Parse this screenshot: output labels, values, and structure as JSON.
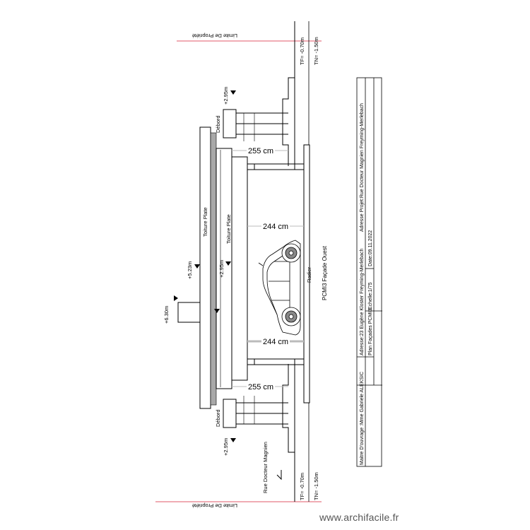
{
  "title_block": {
    "owner": "Maitre D'ouvrage :Mme Gabriele ALEKSIC",
    "address": "Adresse:23 Eugène Kloster Freyming-Merlebach",
    "project_address": "Adresse Projet:Rue Docteur Magnien Freyming-Merlebach",
    "plan": "Plan Façades PCMI3",
    "scale": "Echelle:1/75",
    "date": "Date:09.11.2022"
  },
  "view_title": "PCMI3 Façade Ouest",
  "labels": {
    "property_limit_top": "Limite De Propriété",
    "property_limit_bottom": "Limite De Propriété",
    "tf_top": "TF= -0.70m",
    "tn_top": "TN= -1.50m",
    "tf_bottom": "TF= -0.70m",
    "tn_bottom": "TN= -1.50m",
    "elev_295_top": "+2.95m",
    "elev_295_bottom": "+2.95m",
    "elev_295_mid": "+2.95m",
    "elev_523": "+5.23m",
    "elev_630": "+6.30m",
    "debord_top": "Débord",
    "debord_bottom": "Débord",
    "roof_1": "Toiture Plate",
    "roof_2": "Toiture Plate",
    "dim_255_top": "255 cm",
    "dim_244_top": "244 cm",
    "dim_244_bottom": "244 cm",
    "dim_255_bottom": "255 cm",
    "radiator": "Radier",
    "street": "Rue Docteur Magnien"
  },
  "watermark": "www.archifacile.fr",
  "colors": {
    "line": "#000000",
    "property_limit": "#e05a6a",
    "roof_fill": "#a8a8a8",
    "dimension": "#bbbbbb"
  }
}
